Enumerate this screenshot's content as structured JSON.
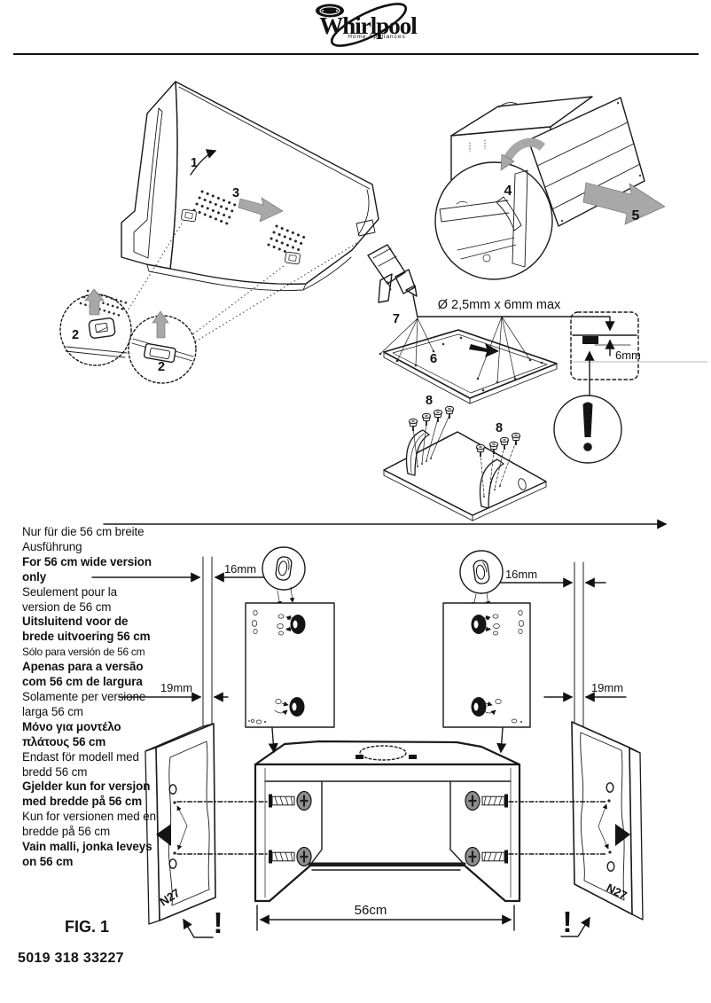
{
  "header": {
    "brand": "Whirlpool",
    "tagline": "Home Appliances"
  },
  "steps": {
    "s1": "1",
    "s2a": "2",
    "s2b": "2",
    "s3": "3",
    "s4": "4",
    "s5": "5",
    "s6": "6",
    "s7": "7",
    "s8a": "8",
    "s8b": "8"
  },
  "dims": {
    "drill_spec": "Ø 2,5mm x 6mm max",
    "screw_protrusion": "6mm",
    "gap_top_left": "16mm",
    "gap_top_right": "16mm",
    "gap_bottom_left": "19mm",
    "gap_bottom_right": "19mm",
    "hood_width": "56cm"
  },
  "panels": {
    "left_code": "N27",
    "right_code": "N27"
  },
  "warnings": {
    "left": "!",
    "right": "!"
  },
  "figure_label": "FIG. 1",
  "part_number": "5019 318 33227",
  "notes": [
    {
      "text": "Nur für die 56 cm breite Ausführung",
      "bold": false
    },
    {
      "text": "For 56 cm wide version only",
      "bold": true
    },
    {
      "text": "Seulement pour la version de 56 cm",
      "bold": false
    },
    {
      "text": "Uitsluitend voor de brede uitvoering 56 cm",
      "bold": true
    },
    {
      "text": "Sólo para versión de 56 cm",
      "bold": false
    },
    {
      "text": "Apenas para a versão com 56 cm de largura",
      "bold": true
    },
    {
      "text": "Solamente per versione larga 56 cm",
      "bold": false
    },
    {
      "text": "Μόνο για μοντέλο πλάτους 56 cm",
      "bold": true
    },
    {
      "text": "Endast för modell med bredd 56 cm",
      "bold": false
    },
    {
      "text": "Gjelder kun for versjon med bredde på 56 cm",
      "bold": true
    },
    {
      "text": "Kun for versionen med en bredde på 56 cm",
      "bold": false
    },
    {
      "text": "Vain malli, jonka leveys on 56 cm",
      "bold": true
    }
  ]
}
